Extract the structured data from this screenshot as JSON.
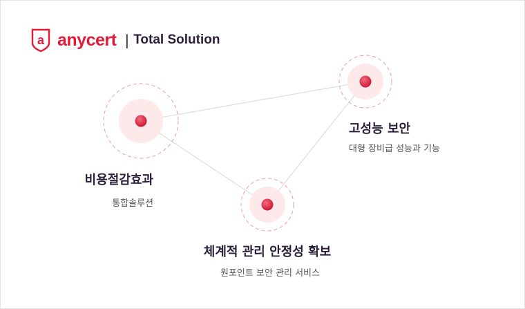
{
  "header": {
    "brand": "anycert",
    "separator": "|",
    "tagline": "Total Solution"
  },
  "features": [
    {
      "title": "비용절감효과",
      "subtitle": "통합솔루션"
    },
    {
      "title": "고성능 보안",
      "subtitle": "대형 장비급 성능과 기능"
    },
    {
      "title": "체계적 관리 안정성 확보",
      "subtitle": "원포인트 보안 관리 서비스"
    }
  ],
  "colors": {
    "accent": "#e11d3a",
    "text": "#2a1e3a"
  }
}
